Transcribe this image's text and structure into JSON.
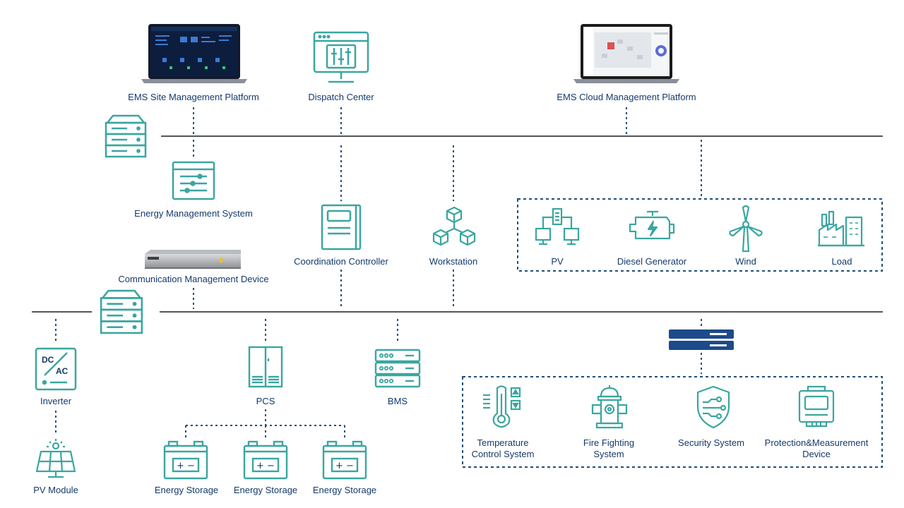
{
  "colors": {
    "teal": "#3aa6a0",
    "navy": "#143a6b",
    "dotted": "#1f4e79",
    "bus": "#555555"
  },
  "top": {
    "ems_site": "EMS Site Management Platform",
    "dispatch": "Dispatch Center",
    "ems_cloud": "EMS Cloud Management Platform"
  },
  "middle": {
    "ems": "Energy Management System",
    "comm_device": "Communication Management Device",
    "coordination": "Coordination Controller",
    "workstation": "Workstation"
  },
  "sources": {
    "pv": "PV",
    "diesel": "Diesel Generator",
    "wind": "Wind",
    "load": "Load"
  },
  "bottom": {
    "inverter": "Inverter",
    "inverter_dc": "DC",
    "inverter_ac": "AC",
    "pv_module": "PV Module",
    "pcs": "PCS",
    "bms": "BMS",
    "storage_1": "Energy Storage",
    "storage_2": "Energy Storage",
    "storage_3": "Energy Storage",
    "battery_sign": "+ −",
    "temp_1": "Temperature",
    "temp_2": "Control System",
    "fire_1": "Fire Fighting",
    "fire_2": "System",
    "security": "Security System",
    "protect_1": "Protection&Measurement",
    "protect_2": "Device"
  }
}
